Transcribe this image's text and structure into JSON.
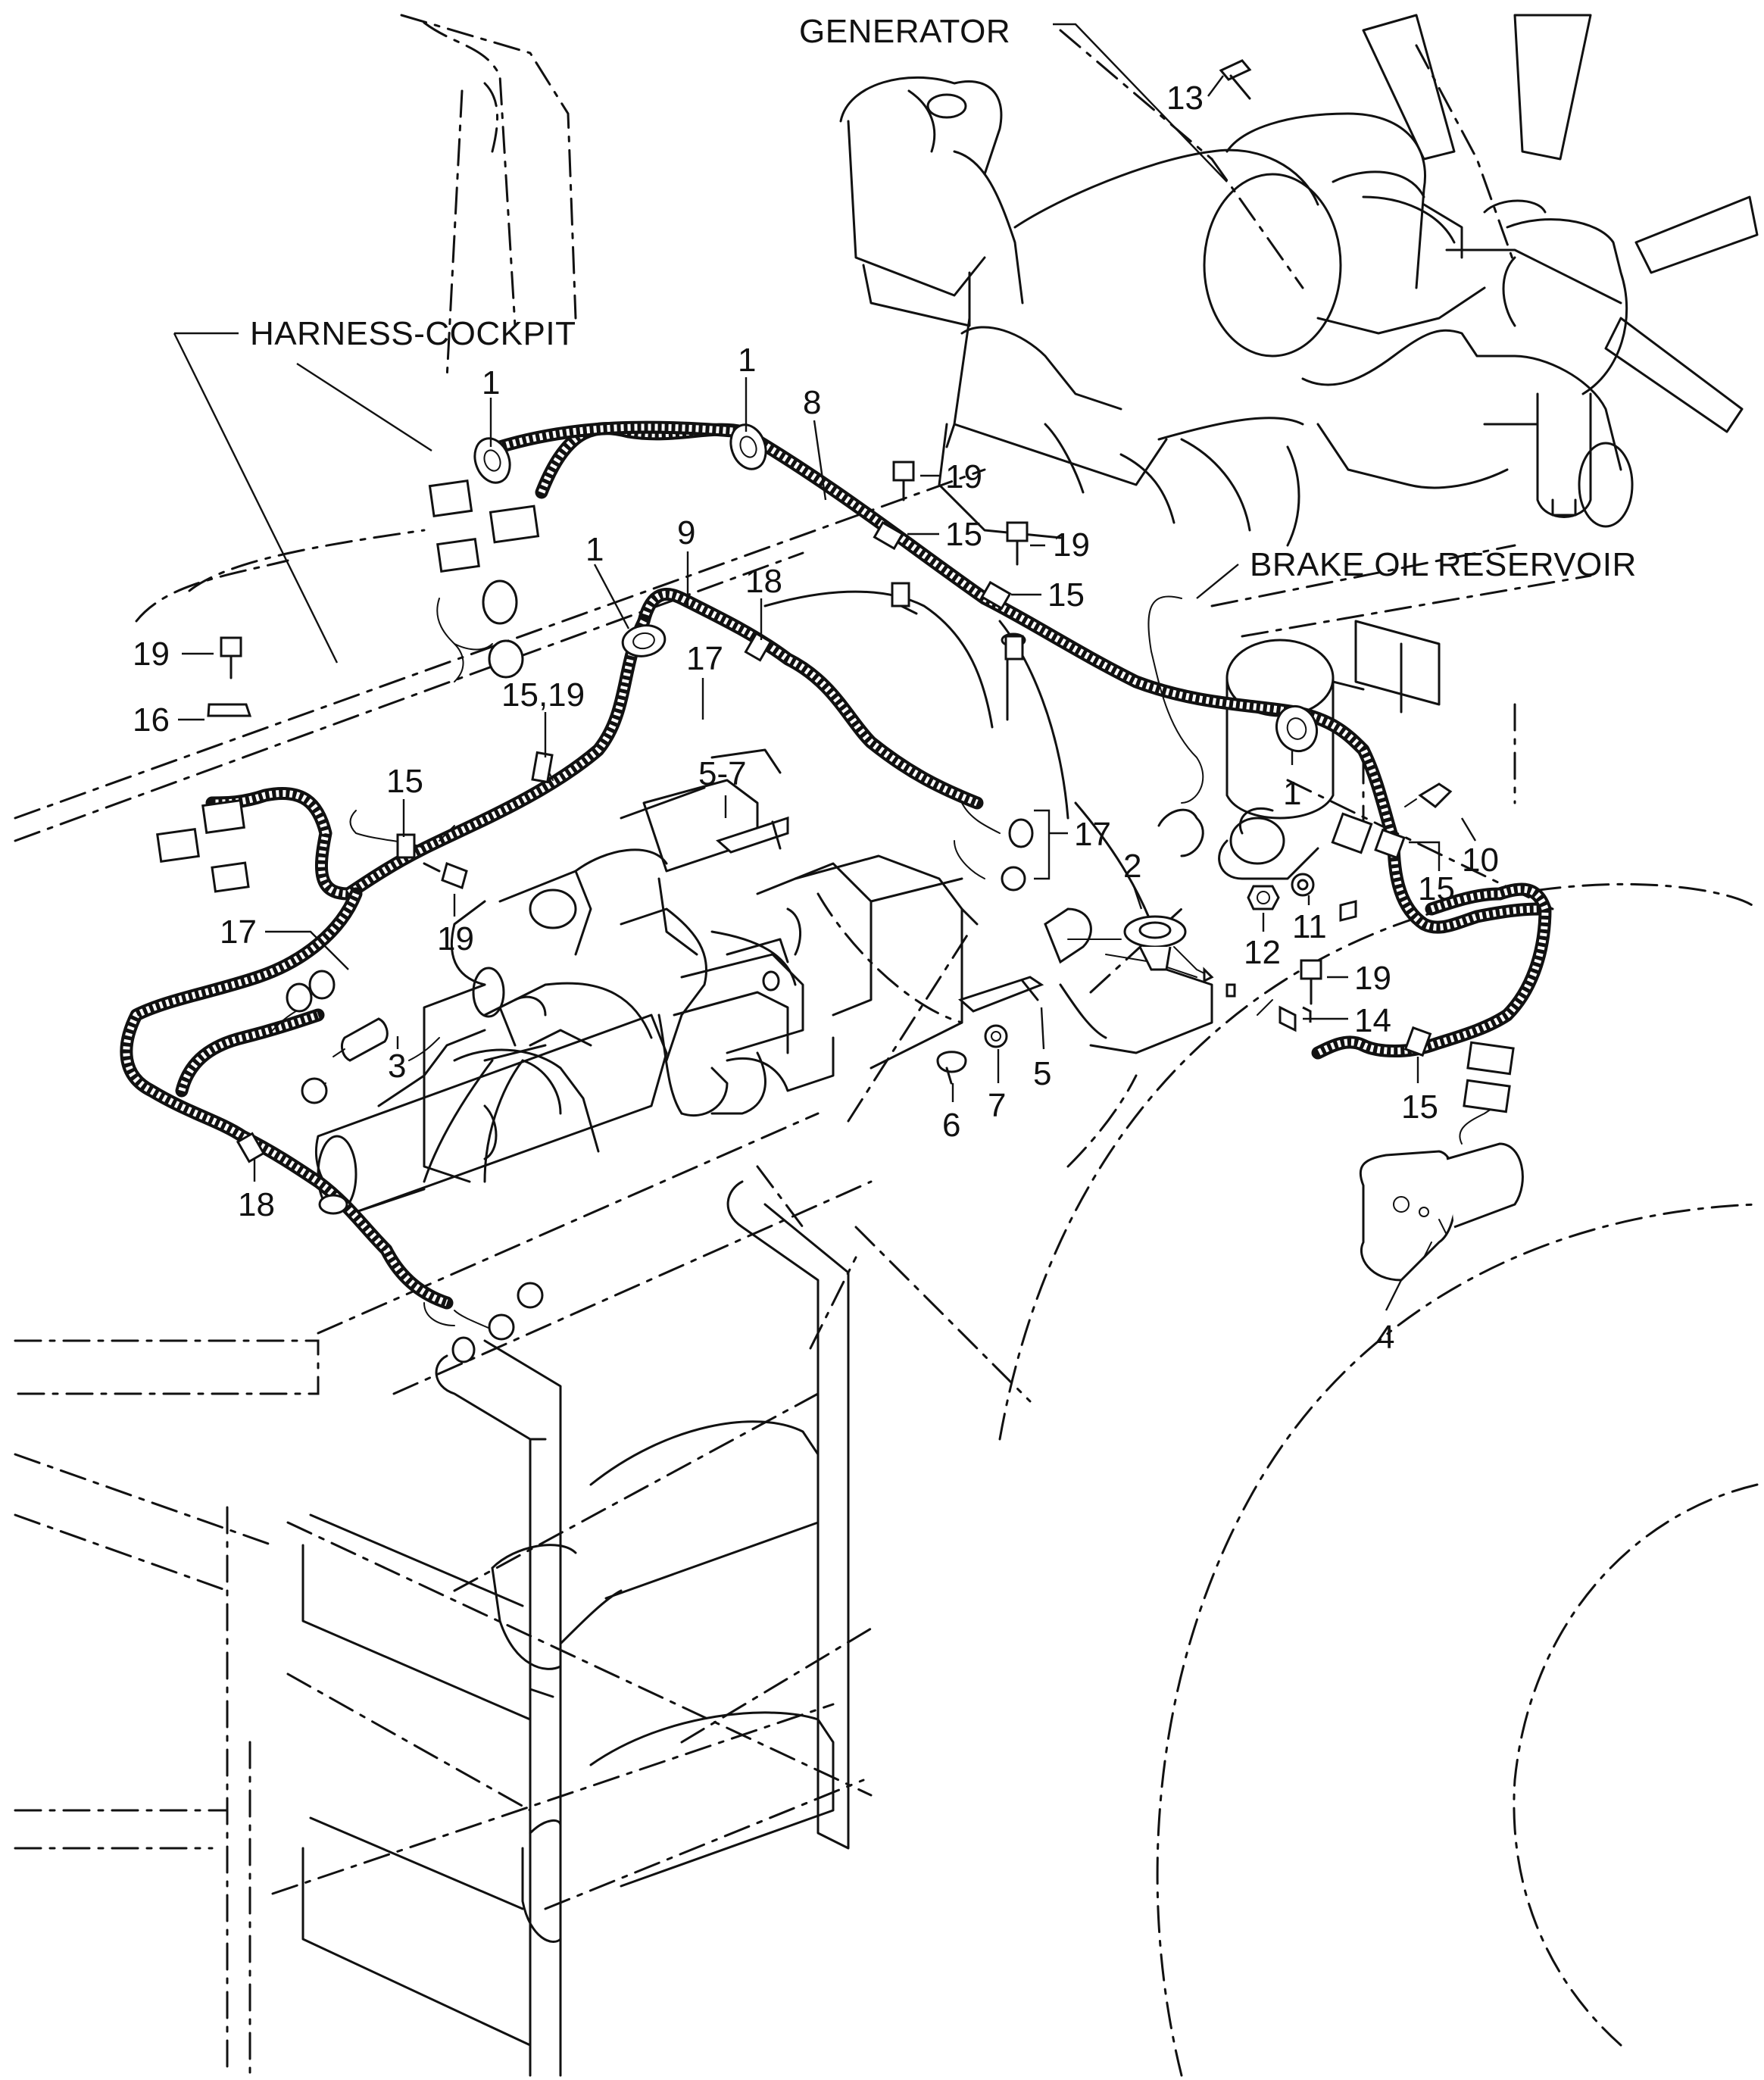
{
  "names": {
    "generator": "GENERATOR",
    "harness_cockpit": "HARNESS-COCKPIT",
    "brake_oil_reservoir": "BRAKE OIL RESERVOIR"
  },
  "callouts": {
    "c1a": "1",
    "c1b": "1",
    "c1c": "1",
    "c1d": "1",
    "c2": "2",
    "c3": "3",
    "c4": "4",
    "c5": "5",
    "c5_7": "5-7",
    "c6": "6",
    "c7": "7",
    "c8": "8",
    "c9": "9",
    "c10": "10",
    "c11": "11",
    "c12": "12",
    "c13": "13",
    "c14": "14",
    "c15a": "15",
    "c15b": "15",
    "c15c": "15",
    "c15d": "15",
    "c15e": "15",
    "c15_19": "15,19",
    "c16": "16",
    "c17a": "17",
    "c17b": "17",
    "c17c": "17",
    "c18a": "18",
    "c18b": "18",
    "c19a": "19",
    "c19b": "19",
    "c19c": "19",
    "c19d": "19",
    "c19e": "19"
  }
}
